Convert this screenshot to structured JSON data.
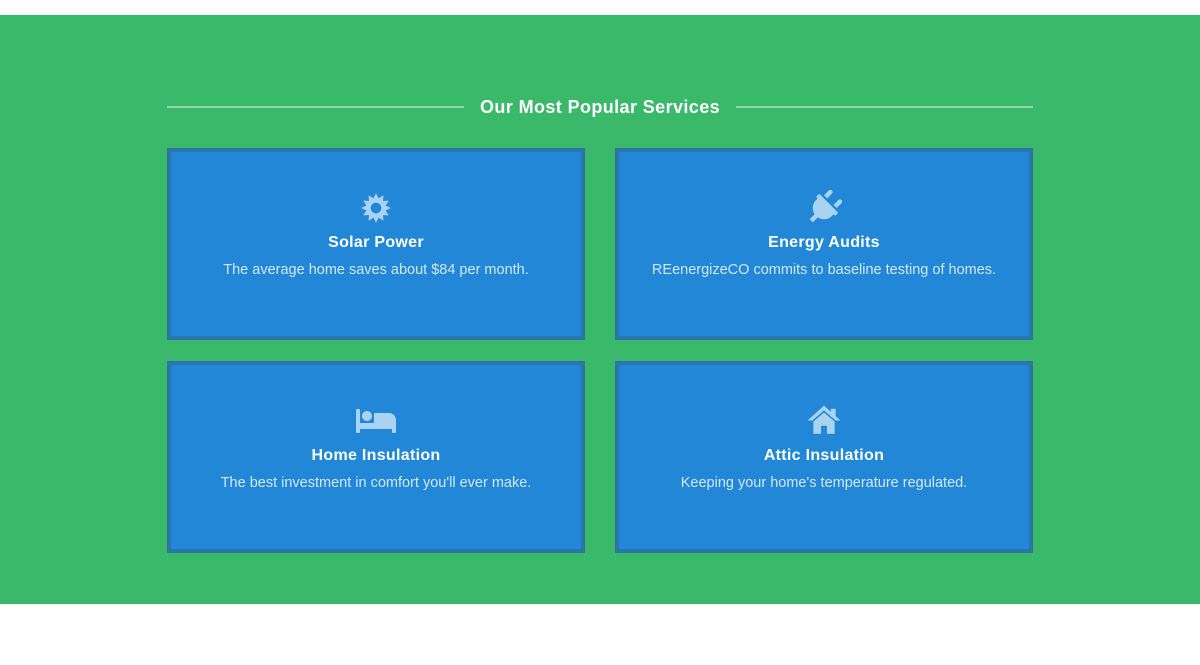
{
  "section": {
    "heading": "Our Most Popular Services"
  },
  "cards": [
    {
      "icon": "sun-icon",
      "title": "Solar Power",
      "description": "The average home saves about $84 per month."
    },
    {
      "icon": "plug-icon",
      "title": "Energy Audits",
      "description": "REenergizeCO commits to baseline testing of homes."
    },
    {
      "icon": "bed-icon",
      "title": "Home Insulation",
      "description": "The best investment in comfort you'll ever make."
    },
    {
      "icon": "home-icon",
      "title": "Attic Insulation",
      "description": "Keeping your home's temperature regulated."
    }
  ],
  "colors": {
    "section_green": "#3bb96a",
    "card_blue": "#2187d6",
    "card_border_blue": "#2d74ab",
    "icon_light_blue": "#a9d3f1",
    "card_title_white": "#ffffff",
    "card_description_blue_white": "#d2e7f7"
  }
}
